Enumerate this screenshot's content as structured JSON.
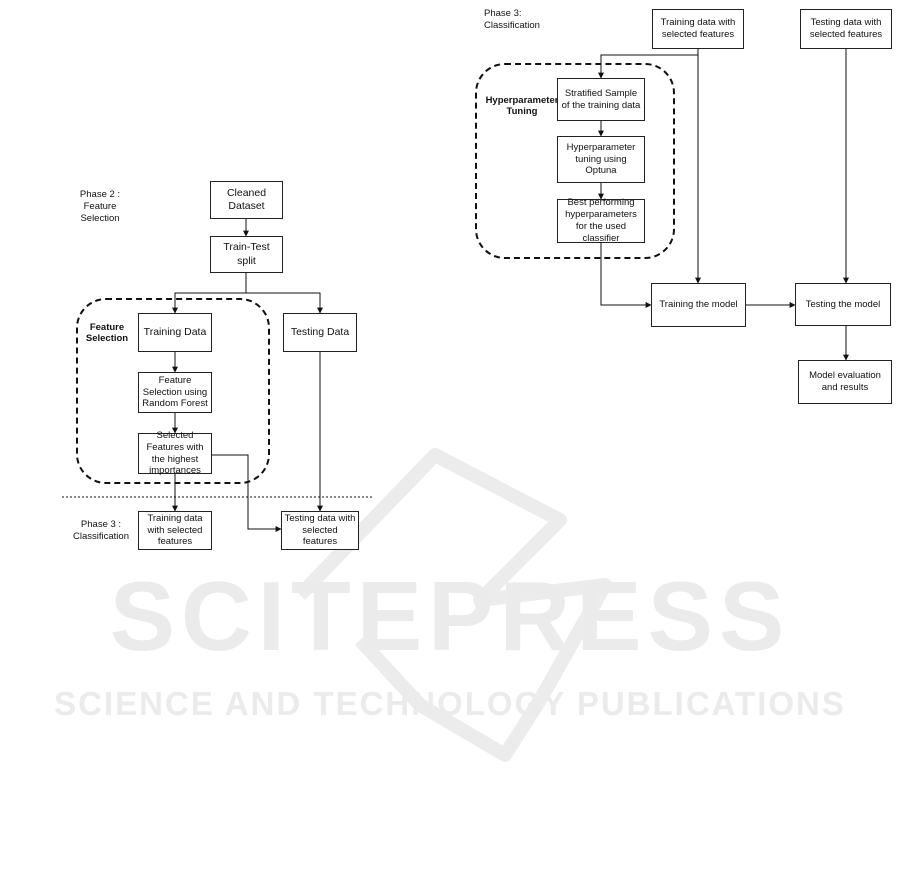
{
  "watermark": {
    "brand": "SCITEPRESS",
    "tagline": "SCIENCE AND TECHNOLOGY PUBLICATIONS"
  },
  "left_diagram": {
    "phase2_label": "Phase 2 : Feature Selection",
    "group_label": "Feature Selection",
    "cleaned_dataset": "Cleaned Dataset",
    "train_test_split": "Train-Test split",
    "training_data": "Training Data",
    "testing_data": "Testing Data",
    "feature_selection_rf": "Feature Selection using Random Forest",
    "selected_features": "Selected Features with the highest importances",
    "phase3_label": "Phase 3 : Classification",
    "training_selected": "Training data with selected features",
    "testing_selected": "Testing data with selected features"
  },
  "right_diagram": {
    "phase3_label": "Phase 3: Classification",
    "group_label": "Hyperparameter Tuning",
    "training_selected": "Training data with selected features",
    "testing_selected": "Testing  data with selected features",
    "stratified_sample": "Stratified Sample of the training data",
    "optuna": "Hyperparameter tuning using Optuna",
    "best_params": "Best performing hyperparameters for the used classifier",
    "training_model": "Training the model",
    "testing_model": "Testing the model",
    "evaluation": "Model evaluation and results"
  }
}
